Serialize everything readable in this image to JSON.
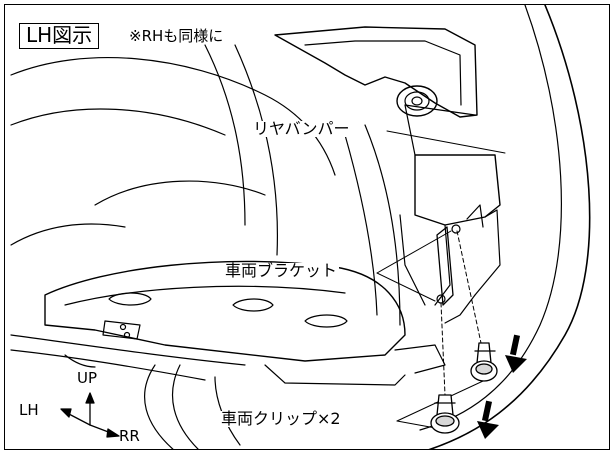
{
  "figure": {
    "view_label": "LH図示",
    "note": "※RHも同様に",
    "callouts": {
      "bumper": "リヤバンパー",
      "bracket": "車両ブラケット",
      "clip": "車両クリップ×2"
    },
    "axes": {
      "up": "UP",
      "lh": "LH",
      "rr": "RR"
    }
  }
}
